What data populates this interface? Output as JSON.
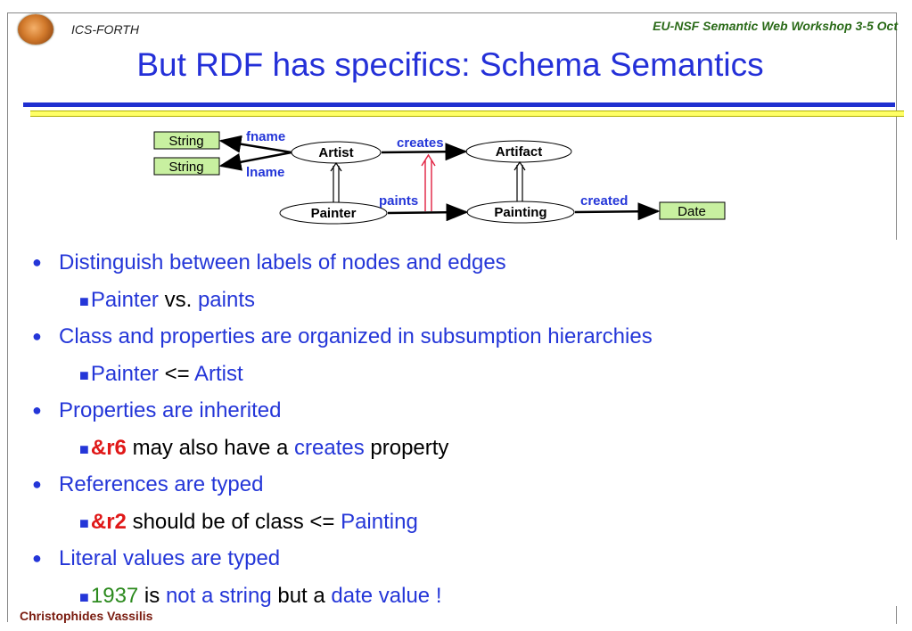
{
  "header": {
    "org": "ICS-FORTH",
    "workshop": "EU-NSF Semantic Web Workshop 3-5 Oct",
    "title": "But RDF has specifics: Schema Semantics"
  },
  "diagram": {
    "nodes": {
      "string1": "String",
      "string2": "String",
      "artist": "Artist",
      "artifact": "Artifact",
      "painter": "Painter",
      "painting": "Painting",
      "date": "Date"
    },
    "edges": {
      "fname": "fname",
      "lname": "lname",
      "creates": "creates",
      "paints": "paints",
      "created": "created"
    }
  },
  "bullets": [
    {
      "text": "Distinguish between labels of nodes and edges"
    },
    {
      "sub": [
        {
          "t": "Painter",
          "c": "blue"
        },
        {
          "t": " vs. ",
          "c": "black"
        },
        {
          "t": "paints",
          "c": "blue"
        }
      ]
    },
    {
      "text": "Class and properties are organized in subsumption hierarchies"
    },
    {
      "sub": [
        {
          "t": "Painter",
          "c": "blue"
        },
        {
          "t": " <= ",
          "c": "black"
        },
        {
          "t": "Artist",
          "c": "blue"
        }
      ]
    },
    {
      "text": "Properties are inherited"
    },
    {
      "sub": [
        {
          "t": "&r6",
          "c": "red"
        },
        {
          "t": " may also have a ",
          "c": "black"
        },
        {
          "t": "creates",
          "c": "blue"
        },
        {
          "t": " property",
          "c": "black"
        }
      ]
    },
    {
      "text": "References are typed"
    },
    {
      "sub": [
        {
          "t": "&r2",
          "c": "red"
        },
        {
          "t": " should be of class <= ",
          "c": "black"
        },
        {
          "t": "Painting",
          "c": "blue"
        }
      ]
    },
    {
      "text": "Literal values are typed"
    },
    {
      "sub": [
        {
          "t": "1937",
          "c": "green"
        },
        {
          "t": " is ",
          "c": "black"
        },
        {
          "t": "not a string",
          "c": "blue"
        },
        {
          "t": " but a ",
          "c": "black"
        },
        {
          "t": "date value !",
          "c": "blue"
        }
      ]
    }
  ],
  "footer": {
    "author": "Christophides Vassilis"
  }
}
